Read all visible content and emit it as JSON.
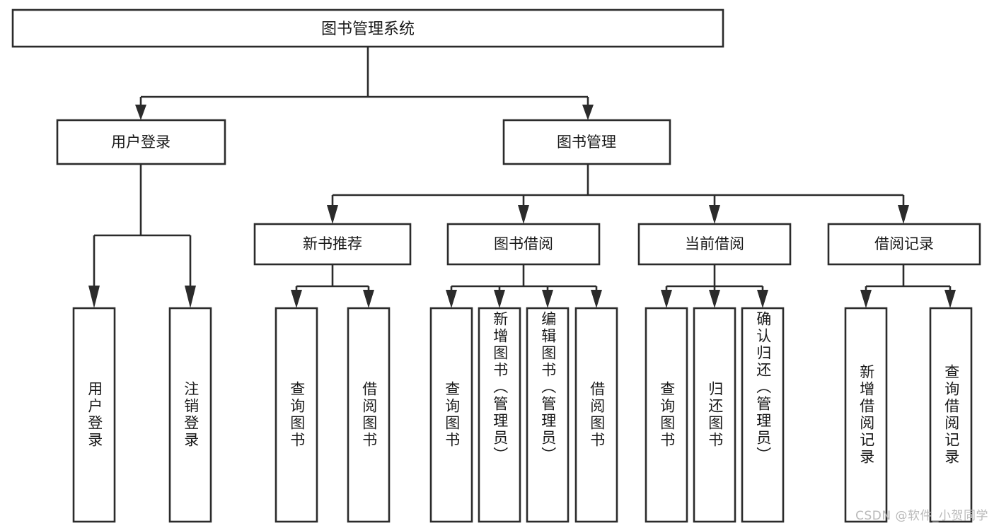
{
  "diagram": {
    "type": "tree",
    "title": "图书管理系统",
    "orientation": "top-down",
    "background_color": "#ffffff",
    "line_color": "#2b2b2b",
    "text_color": "#1a1a1a",
    "root": {
      "label": "图书管理系统"
    },
    "level2": [
      {
        "label": "用户登录"
      },
      {
        "label": "图书管理"
      }
    ],
    "level3": [
      {
        "label": "新书推荐"
      },
      {
        "label": "图书借阅"
      },
      {
        "label": "当前借阅"
      },
      {
        "label": "借阅记录"
      }
    ],
    "leaves": {
      "user_login": [
        {
          "label": "用户登录"
        },
        {
          "label": "注销登录"
        }
      ],
      "new_book": [
        {
          "label": "查询图书"
        },
        {
          "label": "借阅图书"
        }
      ],
      "book_borrow": [
        {
          "label": "查询图书"
        },
        {
          "label": "新增图书（管理员）"
        },
        {
          "label": "编辑图书（管理员）"
        },
        {
          "label": "借阅图书"
        }
      ],
      "current_borrow": [
        {
          "label": "查询图书"
        },
        {
          "label": "归还图书"
        },
        {
          "label": "确认归还（管理员）"
        }
      ],
      "borrow_record": [
        {
          "label": "新增借阅记录"
        },
        {
          "label": "查询借阅记录"
        }
      ]
    }
  },
  "watermark": {
    "text": "CSDN @软件_小贺同学"
  }
}
